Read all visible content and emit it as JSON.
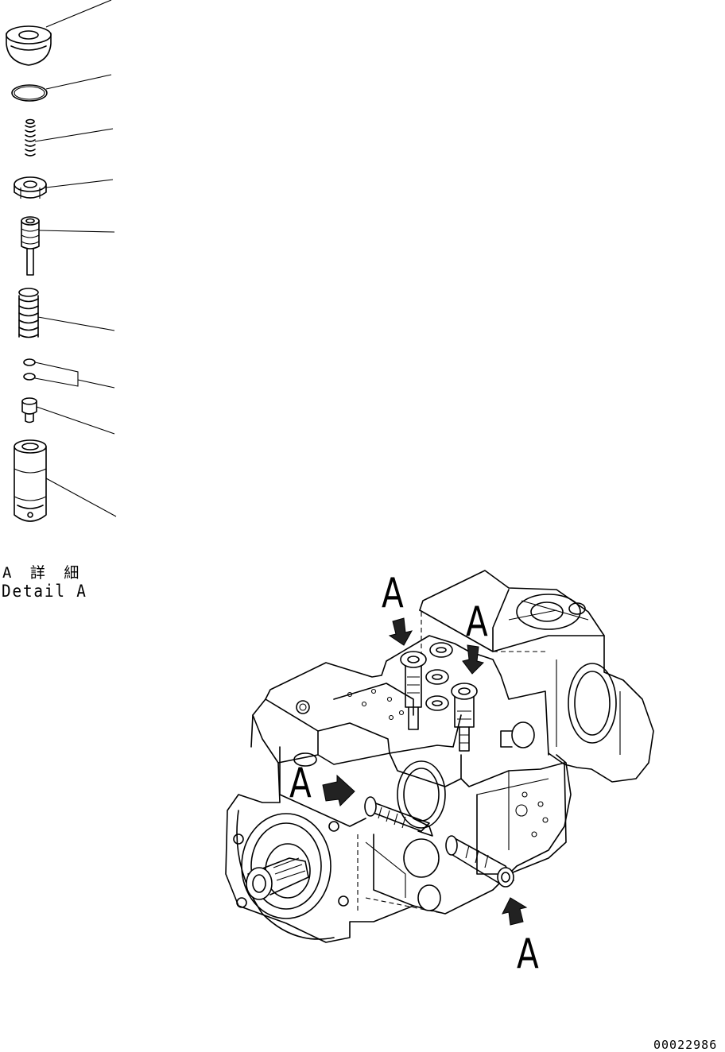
{
  "detail_label": {
    "japanese": "A 詳 細",
    "english": "Detail A"
  },
  "callouts": [
    "A",
    "A",
    "A",
    "A"
  ],
  "drawing_number": "00022986",
  "parts": [
    {
      "name": "plug"
    },
    {
      "name": "o-ring"
    },
    {
      "name": "small-spring"
    },
    {
      "name": "nut"
    },
    {
      "name": "piston"
    },
    {
      "name": "large-spring"
    },
    {
      "name": "o-rings-pair"
    },
    {
      "name": "seat"
    },
    {
      "name": "sleeve"
    }
  ]
}
